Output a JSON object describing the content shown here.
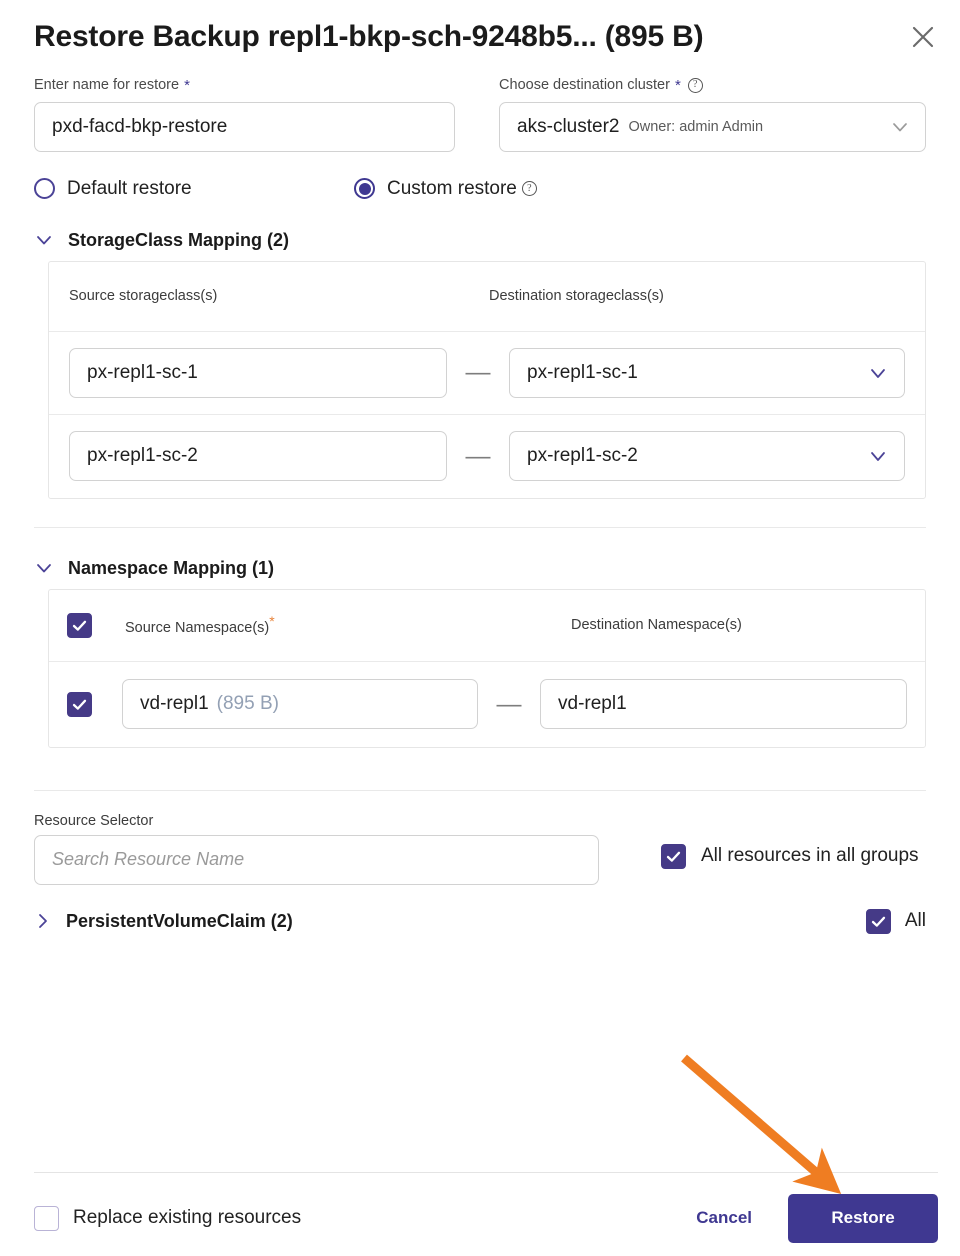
{
  "header": {
    "title": "Restore Backup repl1-bkp-sch-9248b5... (895 B)",
    "close_label": "close-icon"
  },
  "form": {
    "name_field": {
      "label": "Enter name for restore",
      "required_mark": "*",
      "value": "pxd-facd-bkp-restore"
    },
    "cluster_field": {
      "label": "Choose destination cluster",
      "required_mark": "*",
      "help": "?",
      "value": "aks-cluster2",
      "owner": "Owner: admin Admin"
    }
  },
  "restore_mode": {
    "default_label": "Default restore",
    "custom_label": "Custom restore",
    "custom_help": "?",
    "selected": "custom"
  },
  "storageclass_mapping": {
    "title": "StorageClass Mapping (2)",
    "count": 2,
    "columns": [
      "Source storageclass(s)",
      "Destination storageclass(s)"
    ],
    "dash": "—",
    "rows": [
      {
        "source": "px-repl1-sc-1",
        "destination": "px-repl1-sc-1"
      },
      {
        "source": "px-repl1-sc-2",
        "destination": "px-repl1-sc-2"
      }
    ]
  },
  "namespace_mapping": {
    "title": "Namespace Mapping (1)",
    "count": 1,
    "columns": [
      "Source Namespace(s)",
      "Destination Namespace(s)"
    ],
    "required_mark": "*",
    "header_checked": true,
    "dash": "—",
    "rows": [
      {
        "checked": true,
        "source": "vd-repl1",
        "source_size": "(895 B)",
        "destination": "vd-repl1"
      }
    ]
  },
  "resource_selector": {
    "label": "Resource Selector",
    "search_placeholder": "Search Resource Name",
    "search_value": "",
    "all_resources_label": "All resources in all groups",
    "all_resources_checked": true
  },
  "resource_group": {
    "title": "PersistentVolumeClaim (2)",
    "count": 2,
    "expanded": false,
    "all_label": "All",
    "all_checked": true
  },
  "footer": {
    "replace_label": "Replace existing resources",
    "replace_checked": false,
    "cancel_label": "Cancel",
    "restore_label": "Restore"
  },
  "colors": {
    "accent_purple": "#3f3891",
    "checkbox_purple": "#453a87",
    "required_orange": "#e8833a",
    "annotation_orange": "#ef7d22",
    "muted_size": "#93a0b4"
  }
}
